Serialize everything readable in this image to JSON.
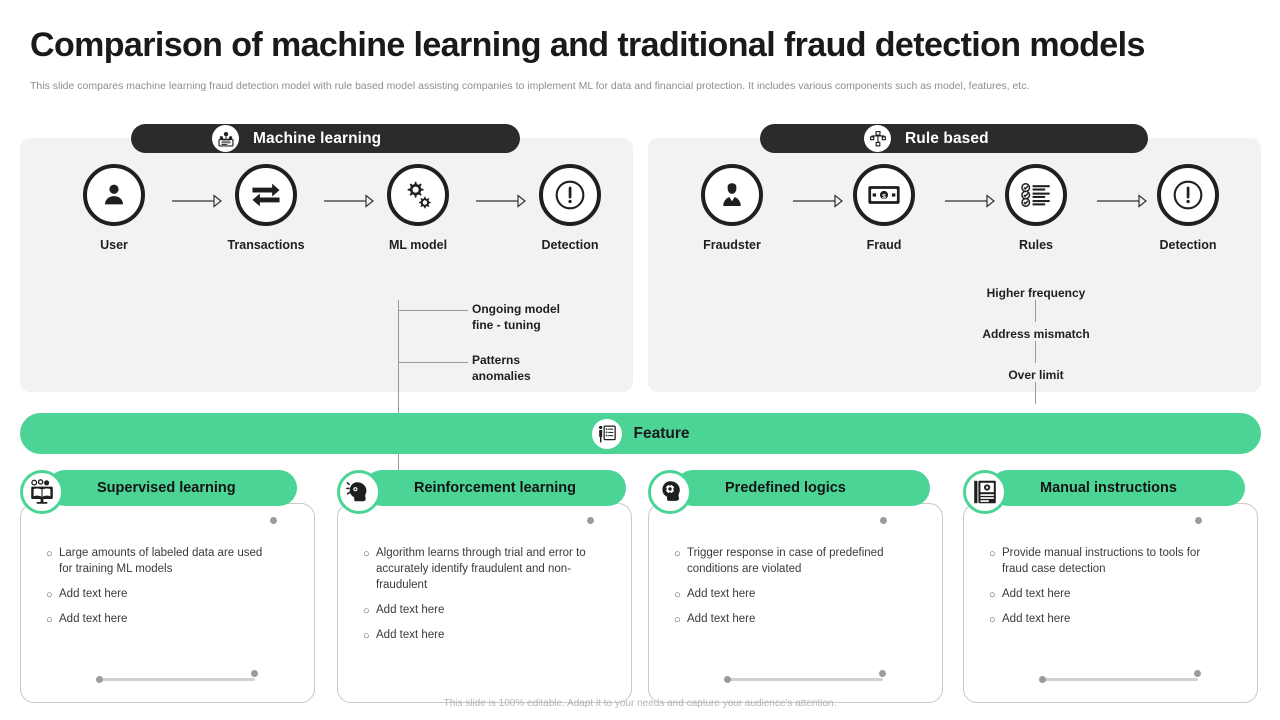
{
  "slide": {
    "title": "Comparison of machine learning and traditional fraud detection models",
    "subtitle": "This slide compares machine learning fraud detection model with rule based model assisting companies to implement ML for data and financial protection. It includes various components such as model, features, etc.",
    "footer": "This slide is 100% editable. Adapt it to your needs and capture your audience's attention."
  },
  "colors": {
    "accent_green": "#4cd497",
    "header_dark": "#2b2b2b",
    "panel_bg": "#f1f2f2",
    "text_dark": "#1f1f1f",
    "text_muted": "#8e8e8e"
  },
  "panels": [
    {
      "id": "machine-learning",
      "header_label": "Machine learning",
      "header_icon": "ml-tree-icon",
      "nodes": [
        {
          "label": "User",
          "icon": "user-icon"
        },
        {
          "label": "Transactions",
          "icon": "transfer-arrows-icon"
        },
        {
          "label": "ML model",
          "icon": "gears-icon"
        },
        {
          "label": "Detection",
          "icon": "alert-exclamation-icon"
        }
      ],
      "details": [
        "Ongoing model\nfine - tuning",
        "Patterns\nanomalies"
      ],
      "detail_lines": [
        {
          "line1": "Ongoing model",
          "line2": "fine - tuning"
        },
        {
          "line1": "Patterns",
          "line2": "anomalies"
        }
      ]
    },
    {
      "id": "rule-based",
      "header_label": "Rule based",
      "header_icon": "hierarchy-nodes-icon",
      "nodes": [
        {
          "label": "Fraudster",
          "icon": "fraudster-person-icon"
        },
        {
          "label": "Fraud",
          "icon": "banknote-icon"
        },
        {
          "label": "Rules",
          "icon": "checklist-icon"
        },
        {
          "label": "Detection",
          "icon": "alert-exclamation-icon"
        }
      ],
      "details": [
        "Higher frequency",
        "Address  mismatch",
        "Over limit"
      ]
    }
  ],
  "feature_bar": {
    "label": "Feature",
    "icon": "presentation-board-icon"
  },
  "cards": [
    {
      "title": "Supervised learning",
      "icon": "book-monitor-icon",
      "bullets": [
        "Large amounts  of labeled  data are used for training  ML models",
        "Add text here",
        "Add text here"
      ]
    },
    {
      "title": "Reinforcement learning",
      "icon": "head-reward-icon",
      "bullets": [
        "Algorithm  learns  through  trial and error  to accurately  identify fraudulent and non-fraudulent",
        "Add text here",
        "Add text here"
      ]
    },
    {
      "title": "Predefined logics",
      "icon": "head-gear-icon",
      "bullets": [
        "Trigger  response  in case of predefined  conditions  are violated",
        "Add text here",
        "Add text here"
      ]
    },
    {
      "title": "Manual instructions",
      "icon": "document-gear-icon",
      "bullets": [
        "Provide  manual  instructions to tools for fraud  case detection",
        "Add text here",
        "Add text here"
      ]
    }
  ]
}
